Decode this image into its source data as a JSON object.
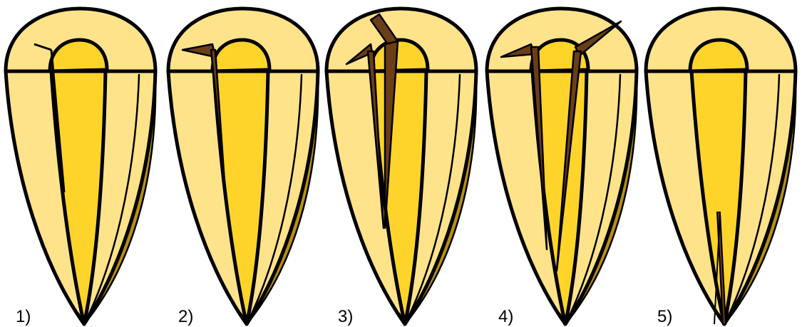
{
  "figure": {
    "colors": {
      "dentin_light": "#FFE38A",
      "pulp": "#FFD42A",
      "root_side_shadow": "#B8900F",
      "crack_fill": "#6B3E18",
      "outline": "#000000",
      "background": "#FFFFFF"
    },
    "panels": [
      {
        "label": "1)",
        "crack_type": "single-line"
      },
      {
        "label": "2)",
        "crack_type": "single-wedge"
      },
      {
        "label": "3)",
        "crack_type": "double-wide-wedge"
      },
      {
        "label": "4)",
        "crack_type": "double-narrow-wedge"
      },
      {
        "label": "5)",
        "crack_type": "apical-vertical"
      }
    ]
  }
}
